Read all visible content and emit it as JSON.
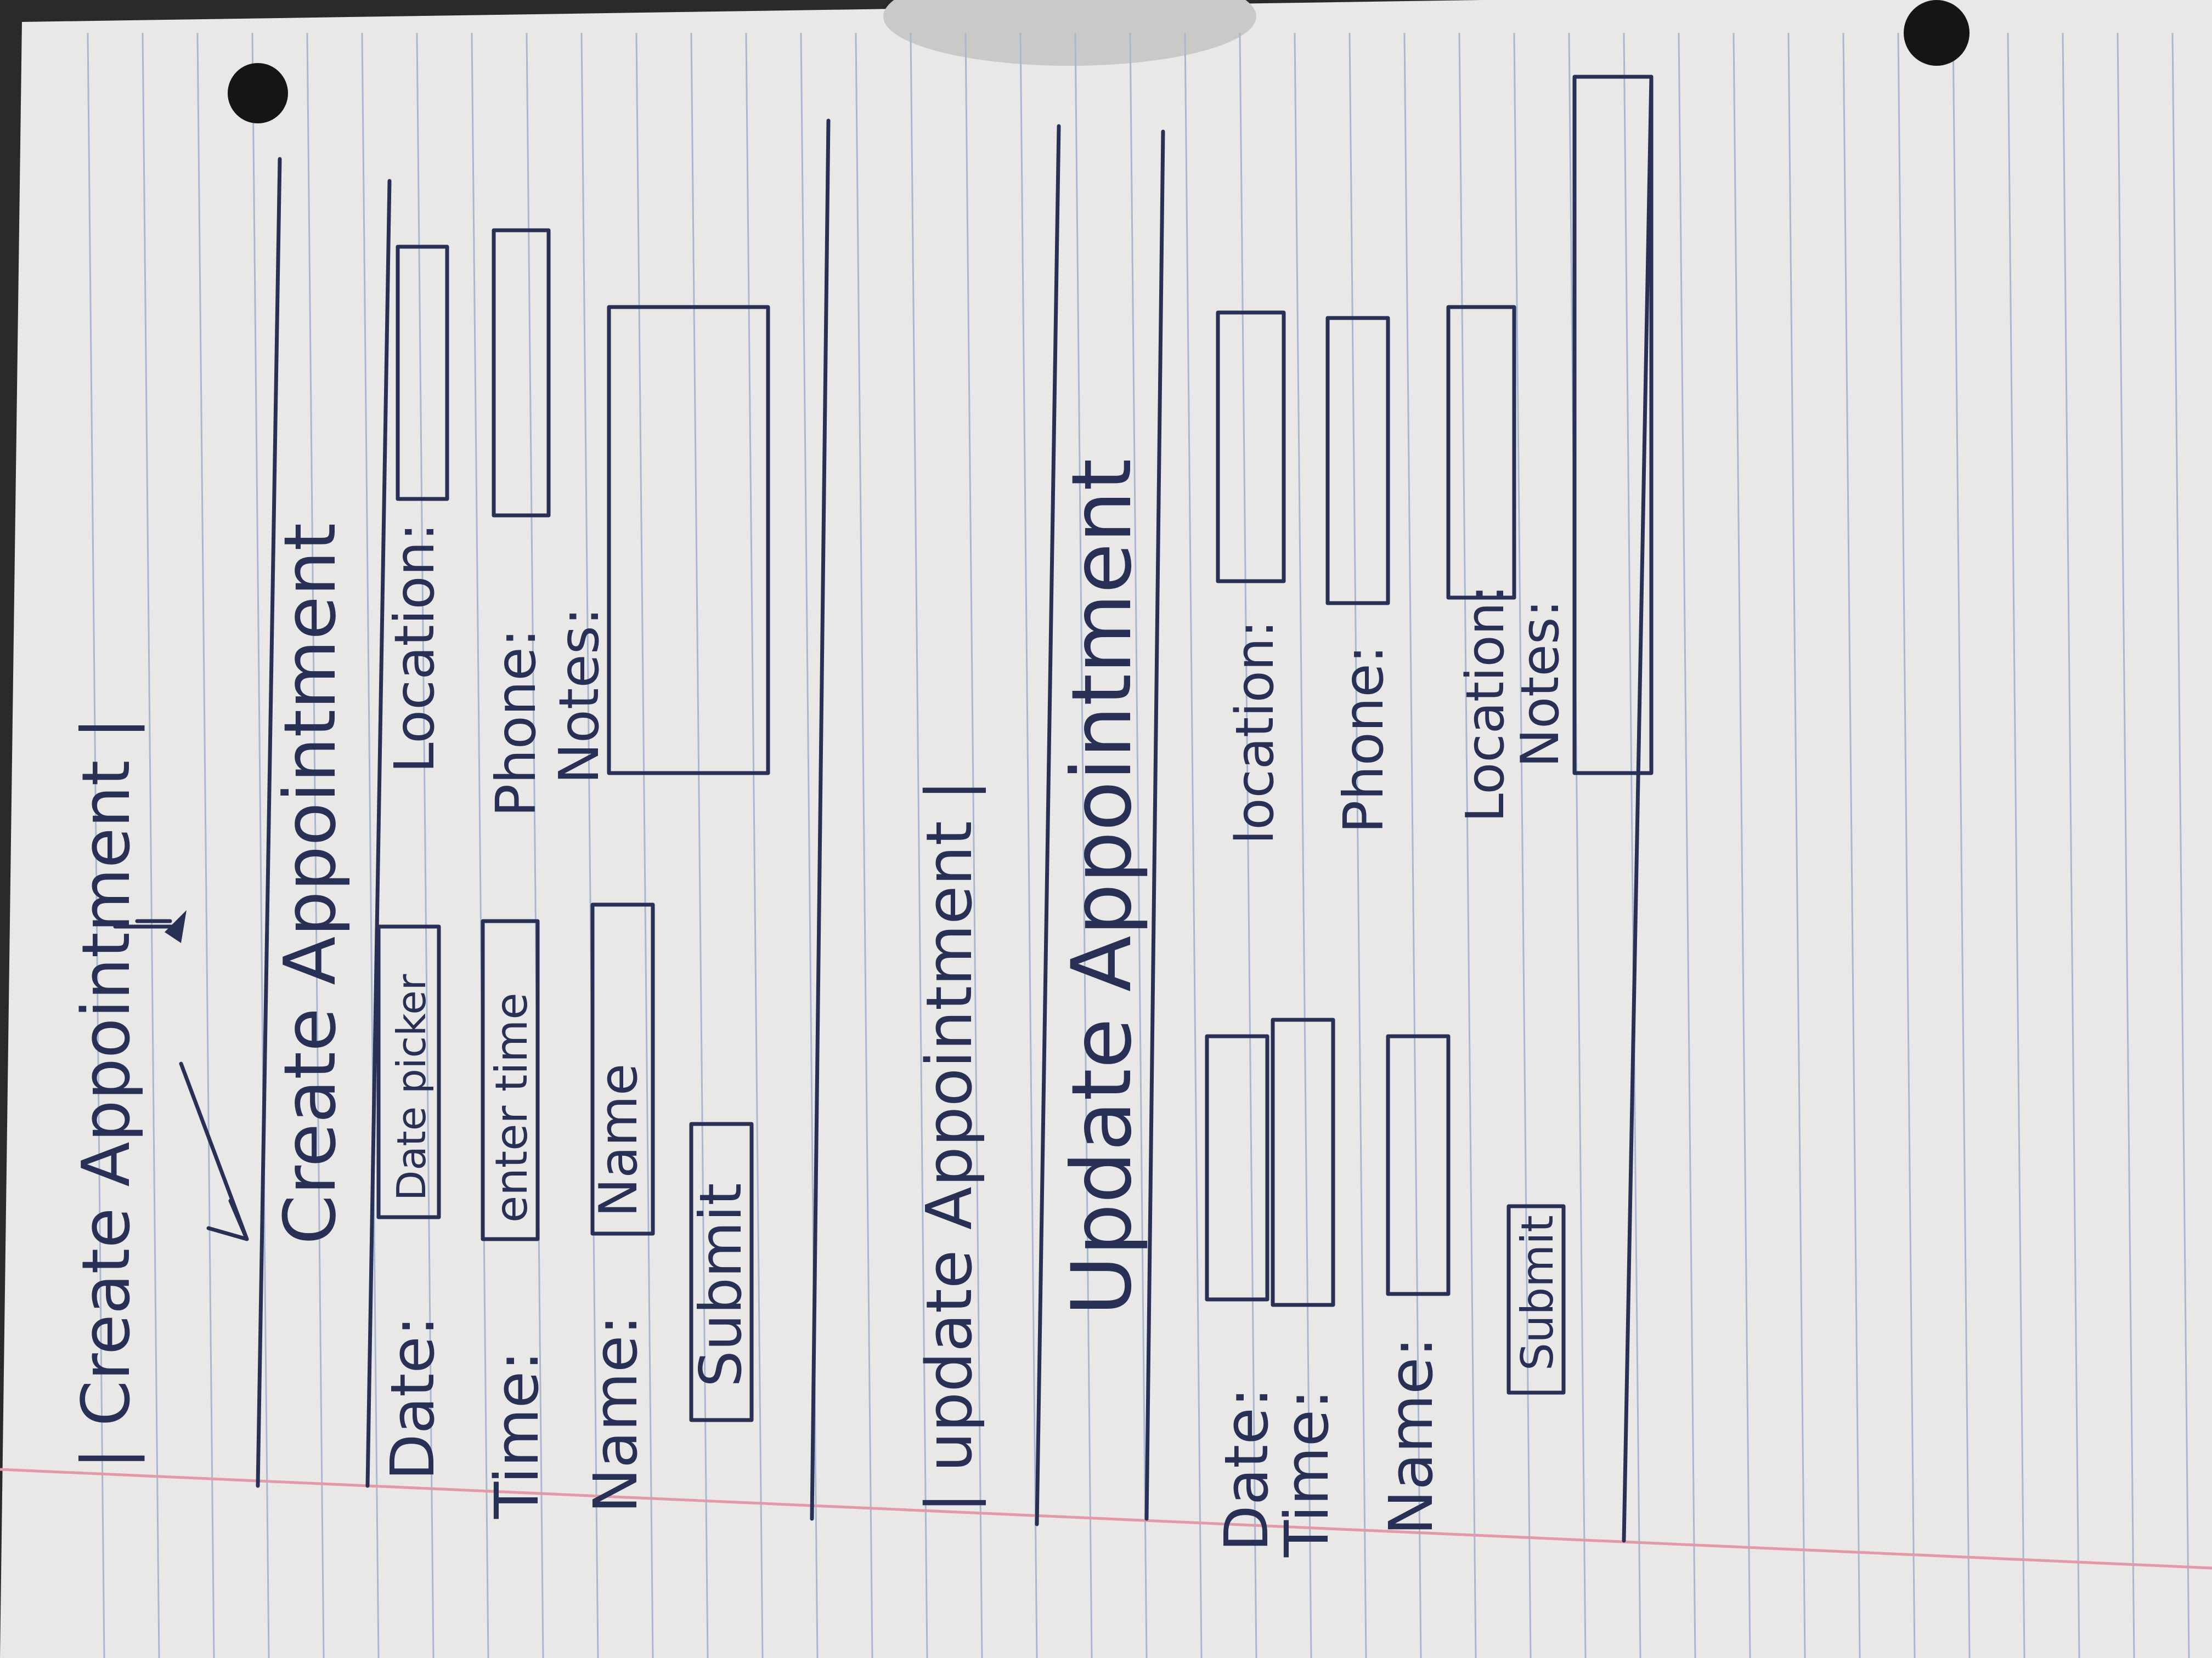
{
  "page": {
    "route_label": "| Create Appointment |",
    "route_label_update": "| update Appointment |"
  },
  "create_form": {
    "title": "Create Appointment",
    "date_label": "Date:",
    "date_placeholder": "Date picker",
    "time_label": "Time:",
    "time_placeholder": "enter time",
    "name_label": "Name:",
    "name_placeholder": "Name",
    "location_label": "Location:",
    "phone_label": "Phone:",
    "notes_label": "Notes:",
    "submit_label": "Submit"
  },
  "update_form": {
    "title": "Update Appointment",
    "date_label": "Date:",
    "time_label": "Time:",
    "name_label": "Name:",
    "location_label": "location:",
    "phone_label": "Phone:",
    "location2_label": "Location:",
    "notes_label": "Notes:",
    "submit_label": "Submit"
  },
  "colors": {
    "ink": "#283056",
    "paper": "#e9e8e6",
    "rule_line": "#a9b8d2",
    "margin_line": "#e39aa8",
    "background": "#2a2a2a"
  },
  "icons": [
    "down-arrow-icon",
    "cursor-arrow-icon",
    "punch-hole-icon"
  ]
}
